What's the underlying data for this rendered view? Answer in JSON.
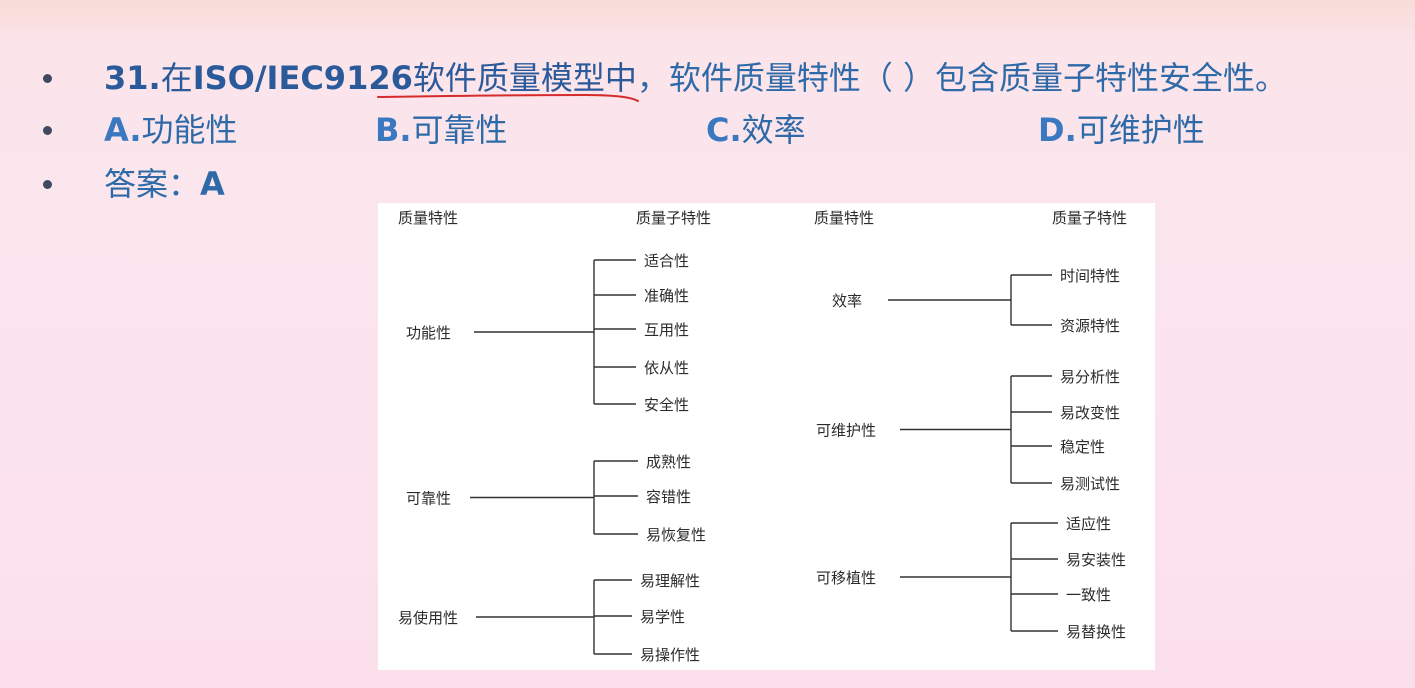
{
  "question": {
    "number": "31.",
    "prefix": "在",
    "standard": "ISO/IEC9126",
    "underlined": "软件质量模型中",
    "rest": "，软件质量特性（  ）包含质量子特性安全性。"
  },
  "options": [
    {
      "letter": "A.",
      "text": "功能性"
    },
    {
      "letter": "B.",
      "text": "可靠性"
    },
    {
      "letter": "C.",
      "text": "效率"
    },
    {
      "letter": "D.",
      "text": "可维护性"
    }
  ],
  "answer": {
    "label": "答案：",
    "value": "A"
  },
  "annotation_color": "#d62b2b",
  "diagram": {
    "headers": {
      "left_characteristic": "质量特性",
      "left_sub": "质量子特性",
      "right_characteristic": "质量特性",
      "right_sub": "质量子特性"
    },
    "groups": [
      {
        "name": "功能性",
        "subs": [
          "适合性",
          "准确性",
          "互用性",
          "依从性",
          "安全性"
        ]
      },
      {
        "name": "可靠性",
        "subs": [
          "成熟性",
          "容错性",
          "易恢复性"
        ]
      },
      {
        "name": "易使用性",
        "subs": [
          "易理解性",
          "易学性",
          "易操作性"
        ]
      },
      {
        "name": "效率",
        "subs": [
          "时间特性",
          "资源特性"
        ]
      },
      {
        "name": "可维护性",
        "subs": [
          "易分析性",
          "易改变性",
          "稳定性",
          "易测试性"
        ]
      },
      {
        "name": "可移植性",
        "subs": [
          "适应性",
          "易安装性",
          "一致性",
          "易替换性"
        ]
      }
    ]
  }
}
